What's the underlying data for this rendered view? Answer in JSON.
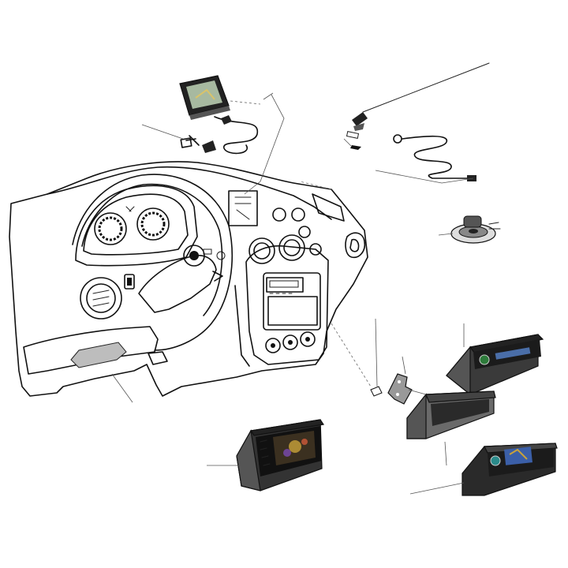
{
  "colors": {
    "line": "#111111",
    "dash_fill": "#f7f7f7",
    "shadow": "#bdbdbd",
    "unit_dark": "#2a2a2a",
    "unit_side": "#3a3a3a",
    "screen_blue": "#3b5fa8",
    "screen_gold": "#c9a23a",
    "gps_screen": "#a7b9a0"
  },
  "icons": [
    "gps-navigator-icon",
    "antenna-icon",
    "speaker-icon",
    "head-unit-icon",
    "mounting-bracket-icon"
  ],
  "parts": [
    "portable-gps",
    "gps-charger-cable",
    "roof-antenna",
    "antenna-cable",
    "speaker",
    "cd-receiver",
    "din-mounting-frame",
    "dvd-receiver",
    "double-din-touchscreen",
    "bracket-and-screw"
  ]
}
